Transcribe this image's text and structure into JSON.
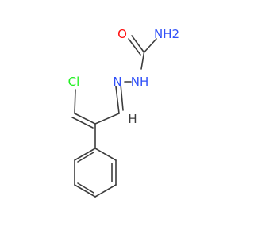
{
  "molecule": {
    "atoms": {
      "oxygen": "O",
      "nh2": "NH2",
      "nh": "NH",
      "n_imine": "N",
      "chlorine": "Cl",
      "h_imine_carbon": "H"
    },
    "colors": {
      "bond": "#3c3c3c",
      "oxygen": "#ff0d0d",
      "nitrogen": "#3050f8",
      "chlorine": "#1ff01f"
    }
  }
}
